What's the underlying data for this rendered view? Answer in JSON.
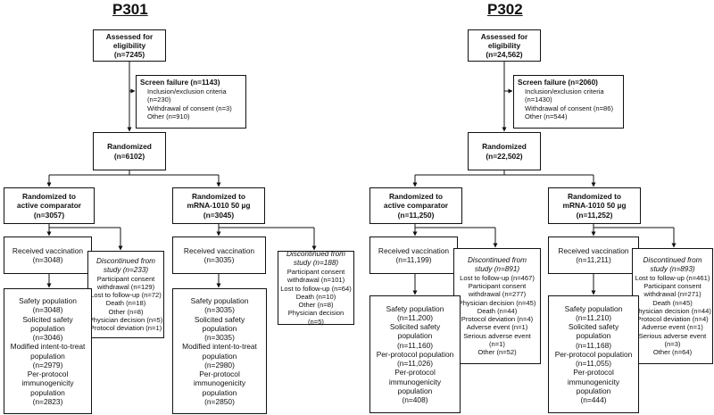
{
  "p301": {
    "title": "P301",
    "assessed": [
      "Assessed for",
      "eligibility",
      "(n=7245)"
    ],
    "screen_failure": {
      "header": "Screen failure (n=1143)",
      "lines": [
        "Inclusion/exclusion criteria",
        "(n=230)",
        "Withdrawal of consent (n=3)",
        "Other (n=910)"
      ]
    },
    "randomized": [
      "Randomized",
      "(n=6102)"
    ],
    "arm_a": {
      "randomized": [
        "Randomized to",
        "active comparator",
        "(n=3057)"
      ],
      "received": [
        "Received vaccination",
        "(n=3048)"
      ],
      "discontinued_title": [
        "Discontinued from",
        "study (n=233)"
      ],
      "discontinued_lines": [
        "Participant consent",
        "withdrawal (n=129)",
        "Lost to follow-up (n=72)",
        "Death (n=18)",
        "Other (n=8)",
        "Physician decision (n=5)",
        "Protocol deviation (n=1)"
      ],
      "populations": [
        "Safety population",
        "(n=3048)",
        "Solicited safety",
        "population",
        "(n=3046)",
        "Modified intent-to-treat",
        "population",
        "(n=2979)",
        "Per-protocol",
        "immunogenicity",
        "population",
        "(n=2823)"
      ]
    },
    "arm_b": {
      "randomized": [
        "Randomized to",
        "mRNA-1010 50 µg",
        "(n=3045)"
      ],
      "received": [
        "Received vaccination",
        "(n=3035)"
      ],
      "discontinued_title": [
        "Discontinued from",
        "study (n=188)"
      ],
      "discontinued_lines": [
        "Participant consent",
        "withdrawal (n=101)",
        "Lost to follow-up (n=64)",
        "Death (n=10)",
        "Other (n=8)",
        "Physician decision",
        "(n=5)"
      ],
      "populations": [
        "Safety population",
        "(n=3035)",
        "Solicited safety",
        "population",
        "(n=3035)",
        "Modified intent-to-treat",
        "population",
        "(n=2980)",
        "Per-protocol",
        "immunogenicity",
        "population",
        "(n=2850)"
      ]
    }
  },
  "p302": {
    "title": "P302",
    "assessed": [
      "Assessed for",
      "eligibility",
      "(n=24,562)"
    ],
    "screen_failure": {
      "header": "Screen failure (n=2060)",
      "lines": [
        "Inclusion/exclusion criteria",
        "(n=1430)",
        "Withdrawal of consent (n=86)",
        "Other (n=544)"
      ]
    },
    "randomized": [
      "Randomized",
      "(n=22,502)"
    ],
    "arm_a": {
      "randomized": [
        "Randomized to",
        "active comparator",
        "(n=11,250)"
      ],
      "received": [
        "Received vaccination",
        "(n=11,199)"
      ],
      "discontinued_title": [
        "Discontinued from",
        "study (n=891)"
      ],
      "discontinued_lines": [
        "Lost to follow-up (n=467)",
        "Participant consent",
        "withdrawal (n=277)",
        "Physician decision (n=45)",
        "Death (n=44)",
        "Protocol deviation (n=4)",
        "Adverse event (n=1)",
        "Serious adverse event",
        "(n=1)",
        "Other (n=52)"
      ],
      "populations": [
        "Safety population",
        "(n=11,200)",
        "Solicited safety",
        "population",
        "(n=11,160)",
        "Per-protocol population",
        "(n=11,026)",
        "Per-protocol",
        "immunogenicity",
        "population",
        "(n=408)"
      ]
    },
    "arm_b": {
      "randomized": [
        "Randomized to",
        "mRNA-1010 50 µg",
        "(n=11,252)"
      ],
      "received": [
        "Received vaccination",
        "(n=11,211)"
      ],
      "discontinued_title": [
        "Discontinued from",
        "study (n=893)"
      ],
      "discontinued_lines": [
        "Lost to follow-up (n=461)",
        "Participant consent",
        "withdrawal (n=271)",
        "Death (n=45)",
        "Physician decision (n=44)",
        "Protocol deviation (n=4)",
        "Adverse event (n=1)",
        "Serious adverse event",
        "(n=3)",
        "Other (n=64)"
      ],
      "populations": [
        "Safety population",
        "(n=11,210)",
        "Solicited safety",
        "population",
        "(n=11,168)",
        "Per-protocol population",
        "(n=11,055)",
        "Per-protocol",
        "immunogenicity",
        "population",
        "(n=444)"
      ]
    }
  }
}
